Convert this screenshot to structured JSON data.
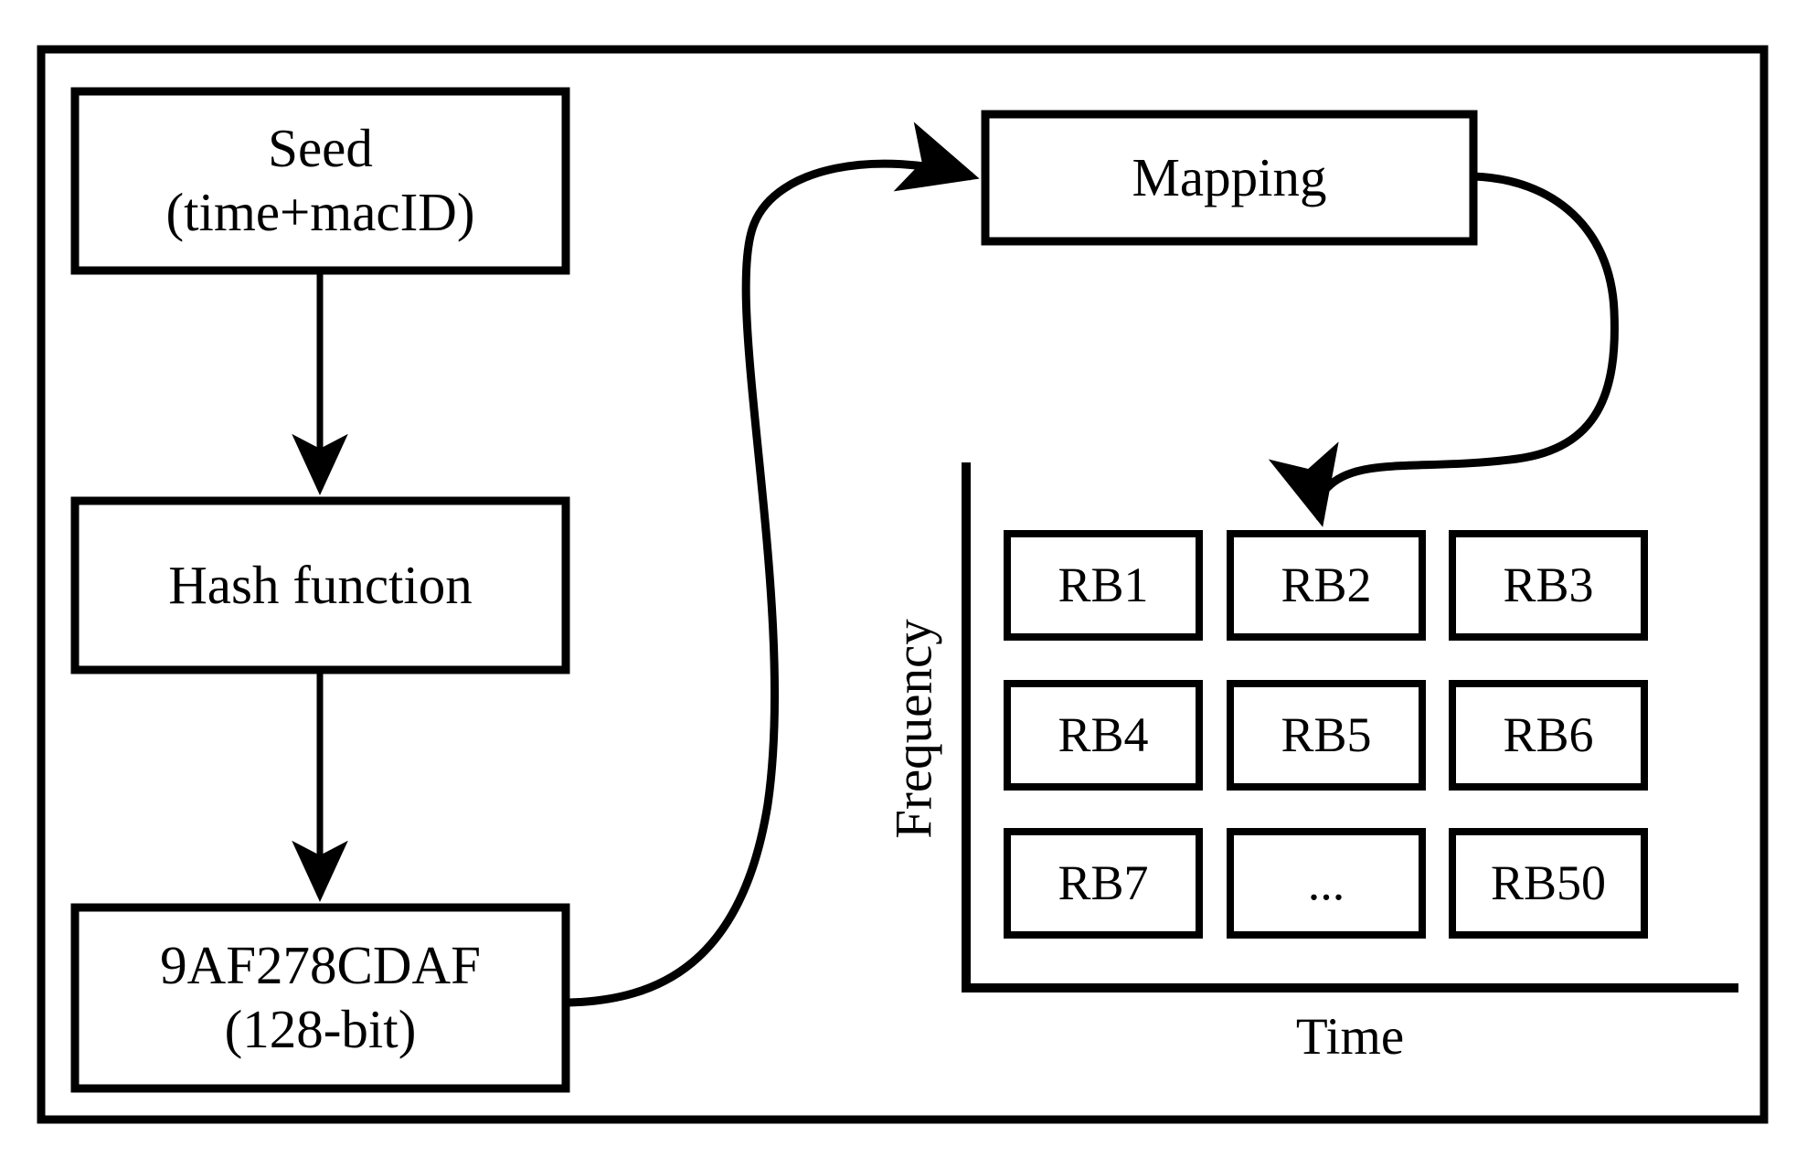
{
  "diagram": {
    "title_present": false,
    "frame": {
      "name": "outer-frame"
    },
    "nodes": {
      "seed": {
        "line1": "Seed",
        "line2": "(time+macID)"
      },
      "hash": {
        "line1": "Hash function",
        "line2": ""
      },
      "digest": {
        "line1": "9AF278CDAF",
        "line2": "(128-bit)"
      },
      "mapping": {
        "line1": "Mapping",
        "line2": ""
      }
    },
    "axes": {
      "y_label": "Frequency",
      "x_label": "Time"
    },
    "resource_grid": {
      "rows": [
        [
          "RB1",
          "RB2",
          "RB3"
        ],
        [
          "RB4",
          "RB5",
          "RB6"
        ],
        [
          "RB7",
          "...",
          "RB50"
        ]
      ],
      "highlighted_cell": "RB2"
    },
    "edges": [
      {
        "name": "seed-to-hash",
        "from": "seed",
        "to": "hash",
        "style": "straight-arrow"
      },
      {
        "name": "hash-to-digest",
        "from": "hash",
        "to": "digest",
        "style": "straight-arrow"
      },
      {
        "name": "digest-to-mapping",
        "from": "digest",
        "to": "mapping",
        "style": "curved-arrow"
      },
      {
        "name": "mapping-to-rb2",
        "from": "mapping",
        "to": "RB2",
        "style": "curved-arrow"
      }
    ],
    "colors": {
      "stroke": "#000000",
      "fill": "#ffffff",
      "background": "#ffffff"
    }
  }
}
